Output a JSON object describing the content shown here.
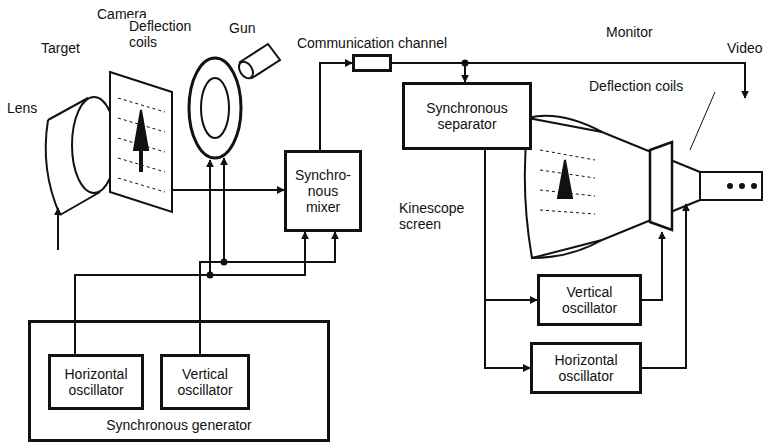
{
  "diagram": {
    "nodes": [
      {
        "text": [
          "Communication channel"
        ]
      },
      {
        "text": [
          "Synchro- nous mixer"
        ]
      },
      {
        "text": [
          "Synchronous separator"
        ]
      },
      {
        "text": [
          "Vertical oscillator"
        ]
      },
      {
        "text": [
          "Horizontal oscillator"
        ]
      },
      {
        "text": [
          "Synchronous generator"
        ]
      },
      {
        "text": [
          "Horizontal oscillator"
        ],
        "in": 5
      },
      {
        "text": [
          "Vertical oscillator"
        ],
        "in": 5
      }
    ],
    "edges": [
      {
        "from": 6,
        "to": 1,
        "arrow": "to"
      },
      {
        "from": 7,
        "to": 1,
        "arrow": "to"
      },
      {
        "from": 1,
        "to": 0,
        "arrow": "to"
      },
      {
        "from": 0,
        "to": 2,
        "arrow": "to"
      },
      {
        "from": 2,
        "to": 3,
        "arrow": "to"
      },
      {
        "from": 2,
        "to": 4,
        "arrow": "to"
      }
    ],
    "labels": [
      "Camera",
      "Lens",
      "Target",
      "Deflection coils",
      "Gun",
      "Monitor",
      "Video",
      "Deflection coils",
      "Kinescope screen"
    ]
  }
}
